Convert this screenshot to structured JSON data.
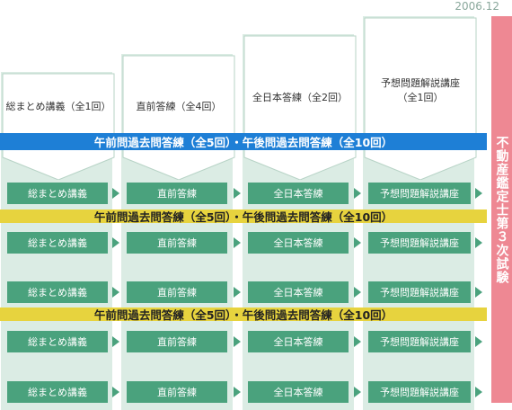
{
  "date": "2006.12",
  "columns": [
    {
      "header": "総まとめ講義（全1回）",
      "chip": "総まとめ講義"
    },
    {
      "header": "直前答練（全4回）",
      "chip": "直前答練"
    },
    {
      "header": "全日本答練（全2回）",
      "chip": "全日本答練"
    },
    {
      "header_line1": "予想問題解説講座",
      "header_line2": "（全1回）",
      "chip": "予想問題解説講座"
    }
  ],
  "bars": {
    "blue": "午前問過去問答練（全5回）・午後問過去問答練（全10回）",
    "yellow1": "午前問過去問答練（全5回）・午後問過去問答練（全10回）",
    "yellow2": "午前問過去問答練（全5回）・午後問過去問答練（全10回）"
  },
  "exam": "不動産鑑定士第３次試験",
  "colors": {
    "blue": "#1e7fd6",
    "yellow": "#e7d33e",
    "green": "#4aa27d",
    "band": "#dbece4",
    "pink": "#ee8893"
  }
}
